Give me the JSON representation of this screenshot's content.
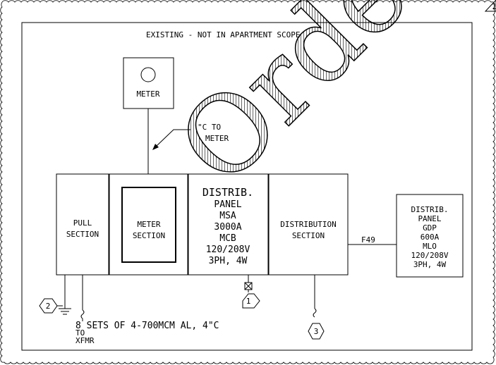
{
  "header": {
    "scope_note": "EXISTING - NOT IN APARTMENT SCOPE"
  },
  "revision": {
    "tag": "1"
  },
  "watermark": {
    "text": "Order"
  },
  "meter": {
    "label": "METER"
  },
  "conduit_note": {
    "line1": "\"C TO",
    "line2": "METER"
  },
  "sections": {
    "pull": {
      "line1": "PULL",
      "line2": "SECTION"
    },
    "meter": {
      "line1": "METER",
      "line2": "SECTION"
    },
    "msa": {
      "line1": "DISTRIB.",
      "line2": "PANEL",
      "line3": "MSA",
      "line4": "3000A",
      "line5": "MCB",
      "line6": "120/208V",
      "line7": "3PH, 4W"
    },
    "distribution": {
      "line1": "DISTRIBUTION",
      "line2": "SECTION"
    }
  },
  "feeder": {
    "label": "F49"
  },
  "gdp": {
    "line1": "DISTRIB.",
    "line2": "PANEL",
    "line3": "GDP",
    "line4": "600A",
    "line5": "MLO",
    "line6": "120/208V",
    "line7": "3PH, 4W"
  },
  "keynotes": {
    "k1": "1",
    "k2": "2",
    "k3": "3"
  },
  "service_note": {
    "line1": "8 SETS OF 4-700MCM AL, 4\"C",
    "line2": "TO",
    "line3": "XFMR"
  }
}
